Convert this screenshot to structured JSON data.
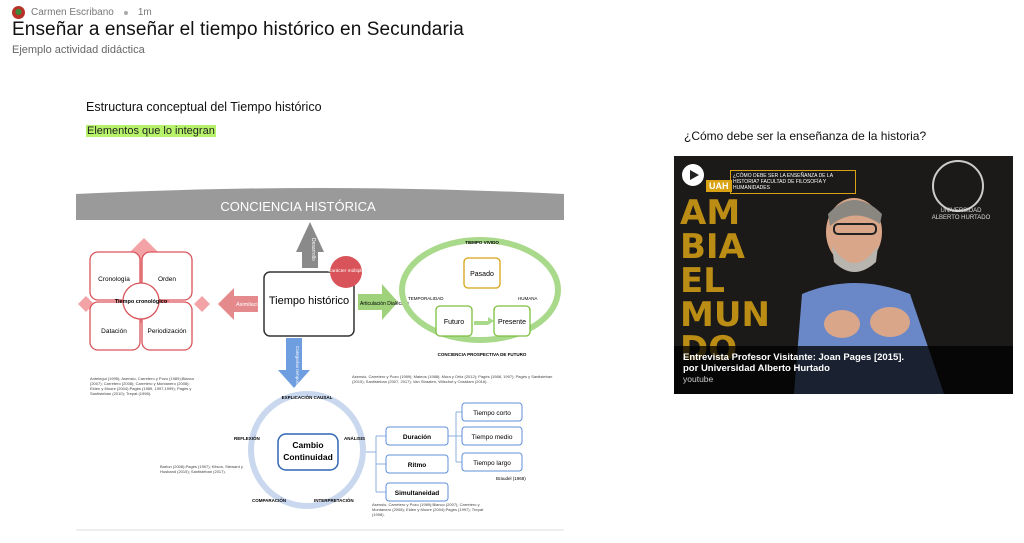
{
  "author": {
    "name": "Carmen Escribano",
    "time": "1m"
  },
  "page": {
    "title": "Enseñar a enseñar el tiempo histórico en Secundaria",
    "subtitle": "Ejemplo actividad didáctica"
  },
  "section": {
    "title": "Estructura conceptual del Tiempo histórico",
    "highlight": "Elementos que lo integran"
  },
  "diagram": {
    "banner": "CONCIENCIA HISTÓRICA",
    "center_title": "Tiempo histórico",
    "badge": "Carácter múltiple",
    "up_arrow": "Desarrollo",
    "left_arrow": "Asimilación",
    "right_arrow": "Articulación Dialéctica",
    "down_arrow": "Categorías temporales",
    "cron_cells": [
      "Cronología",
      "Orden",
      "Datación",
      "Periodización"
    ],
    "cron_center": "Tiempo cronológico",
    "cron_refs": "Antelegui (1995); Asensio, Carretero y Pozo (1989);Blanco (2007); Carretero (2008); Carretero y Montanero (2008); Elden y Moore (2004);Pagès (1989, 1997,1999); Pagès y Santisteban (2010); Trepat (1998).",
    "vivido_top": "TIEMPO VIVIDO",
    "pasado": "Pasado",
    "futuro": "Futuro",
    "presente": "Presente",
    "temporalidad": "TEMPORALIDAD",
    "humana": "HUMANA",
    "prospectiva": "CONCIENCIA PROSPECTIVA DE FUTURO",
    "vivido_refs": "Asensio, Carretero y Pozo (1989); Mateos (1988); Mora y Ortiz (2012); Pagès (1988, 1997); Pagès y Santisteban (2010); Santisteban (2007, 2017); Van Straaten, Wilschut y Oostdam (2016).",
    "explicacion": "EXPLICACIÓN CAUSAL",
    "reflexion": "REFLEXIÓN",
    "analisis": "ANÁLISIS",
    "comparacion": "COMPARACIÓN",
    "interpretacion": "INTERPRETACIÓN",
    "cambio": "Cambio",
    "continuidad": "Continuidad",
    "causal_refs": "Barton (2008);Pagès (1997); Kitson, Steward y Husband (2015); Santisteban (2017).",
    "duracion": "Duración",
    "ritmo": "Ritmo",
    "simultaneidad": "Simultaneidad",
    "corto": "Tiempo corto",
    "medio": "Tiempo medio",
    "largo": "Tiempo largo",
    "braudel": "Braudel (1968)",
    "dur_refs": "Asensio, Carretero y Pozo (1989);Blanco (2007); Carretero y Montanero (2008); Elden y Moore (2004);Pagès (1997); Trepat (1998)."
  },
  "video": {
    "question": "¿Cómo debe ser la enseñanza de la historia?",
    "title": "Entrevista Profesor Visitante: Joan Pages [2015].",
    "by": "por Universidad Alberto Hurtado",
    "source": "youtube",
    "bg_text": "AM BIA EL MUN DO",
    "uah": "UAH",
    "banner": "¿CÓMO DEBE SER LA ENSEÑANZA DE LA HISTORIA? FACULTAD DE FILOSOFÍA Y HUMANIDADES",
    "university": "UNIVERSIDAD ALBERTO HURTADO"
  },
  "colors": {
    "accent_red": "#d9545a",
    "accent_green": "#7bbf3e",
    "accent_blue": "#5c8fd6",
    "highlight": "#b6f36a"
  }
}
